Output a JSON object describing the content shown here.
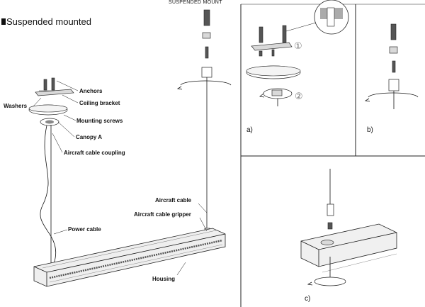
{
  "title": "Suspended mounted",
  "top_label": "SUSPENDED MOUNT",
  "labels": {
    "anchors": "Anchors",
    "washers": "Washers",
    "ceiling_bracket": "Ceiling bracket",
    "mounting_screws": "Mounting screws",
    "canopy_a": "Canopy A",
    "aircraft_cable_coupling": "Aircraft cable coupling",
    "power_cable": "Power cable",
    "aircraft_cable": "Aircraft cable",
    "aircraft_cable_gripper": "Aircraft cable gripper",
    "housing": "Housing"
  },
  "panels": {
    "a": "a)",
    "b": "b)",
    "c": "c)"
  },
  "steps": {
    "one": "①",
    "two": "②"
  }
}
